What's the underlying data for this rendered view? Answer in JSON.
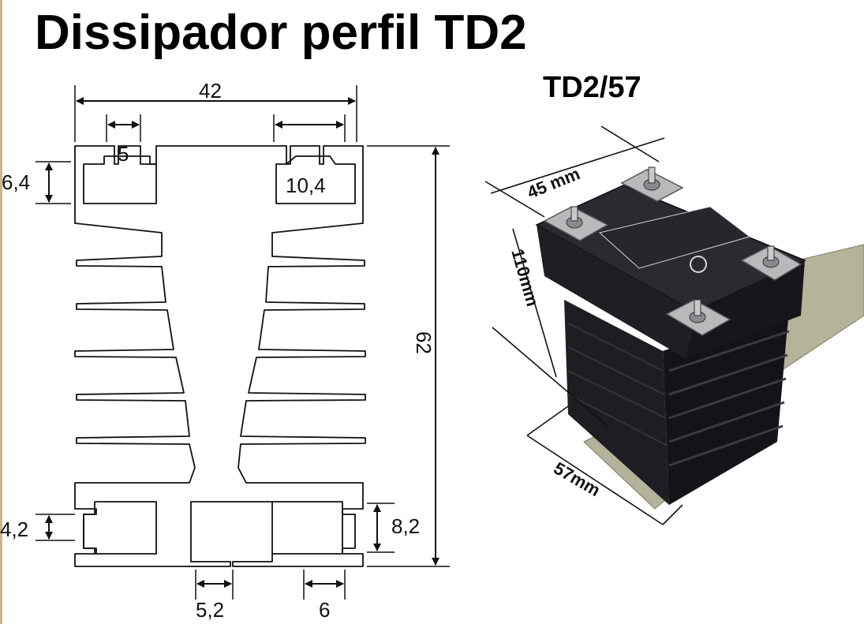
{
  "title": "Dissipador perfil TD2",
  "model": "TD2/57",
  "profile_dims": {
    "width": "42",
    "height": "62",
    "slot_top_left": "5",
    "slot_top_right": "10,4",
    "depth_top_left": "6,4",
    "depth_bottom_left": "4,2",
    "depth_bottom_right": "8,2",
    "slot_bottom_center": "5,2",
    "slot_bottom_right": "6"
  },
  "product_dims": {
    "width": "45 mm",
    "length": "110mm",
    "depth": "57mm"
  },
  "colors": {
    "line": "#111111",
    "relay_body": "#24242a",
    "heatsink": "#1b1b1f",
    "rail": "#b5b39a",
    "terminal": "#b9b9bc"
  }
}
